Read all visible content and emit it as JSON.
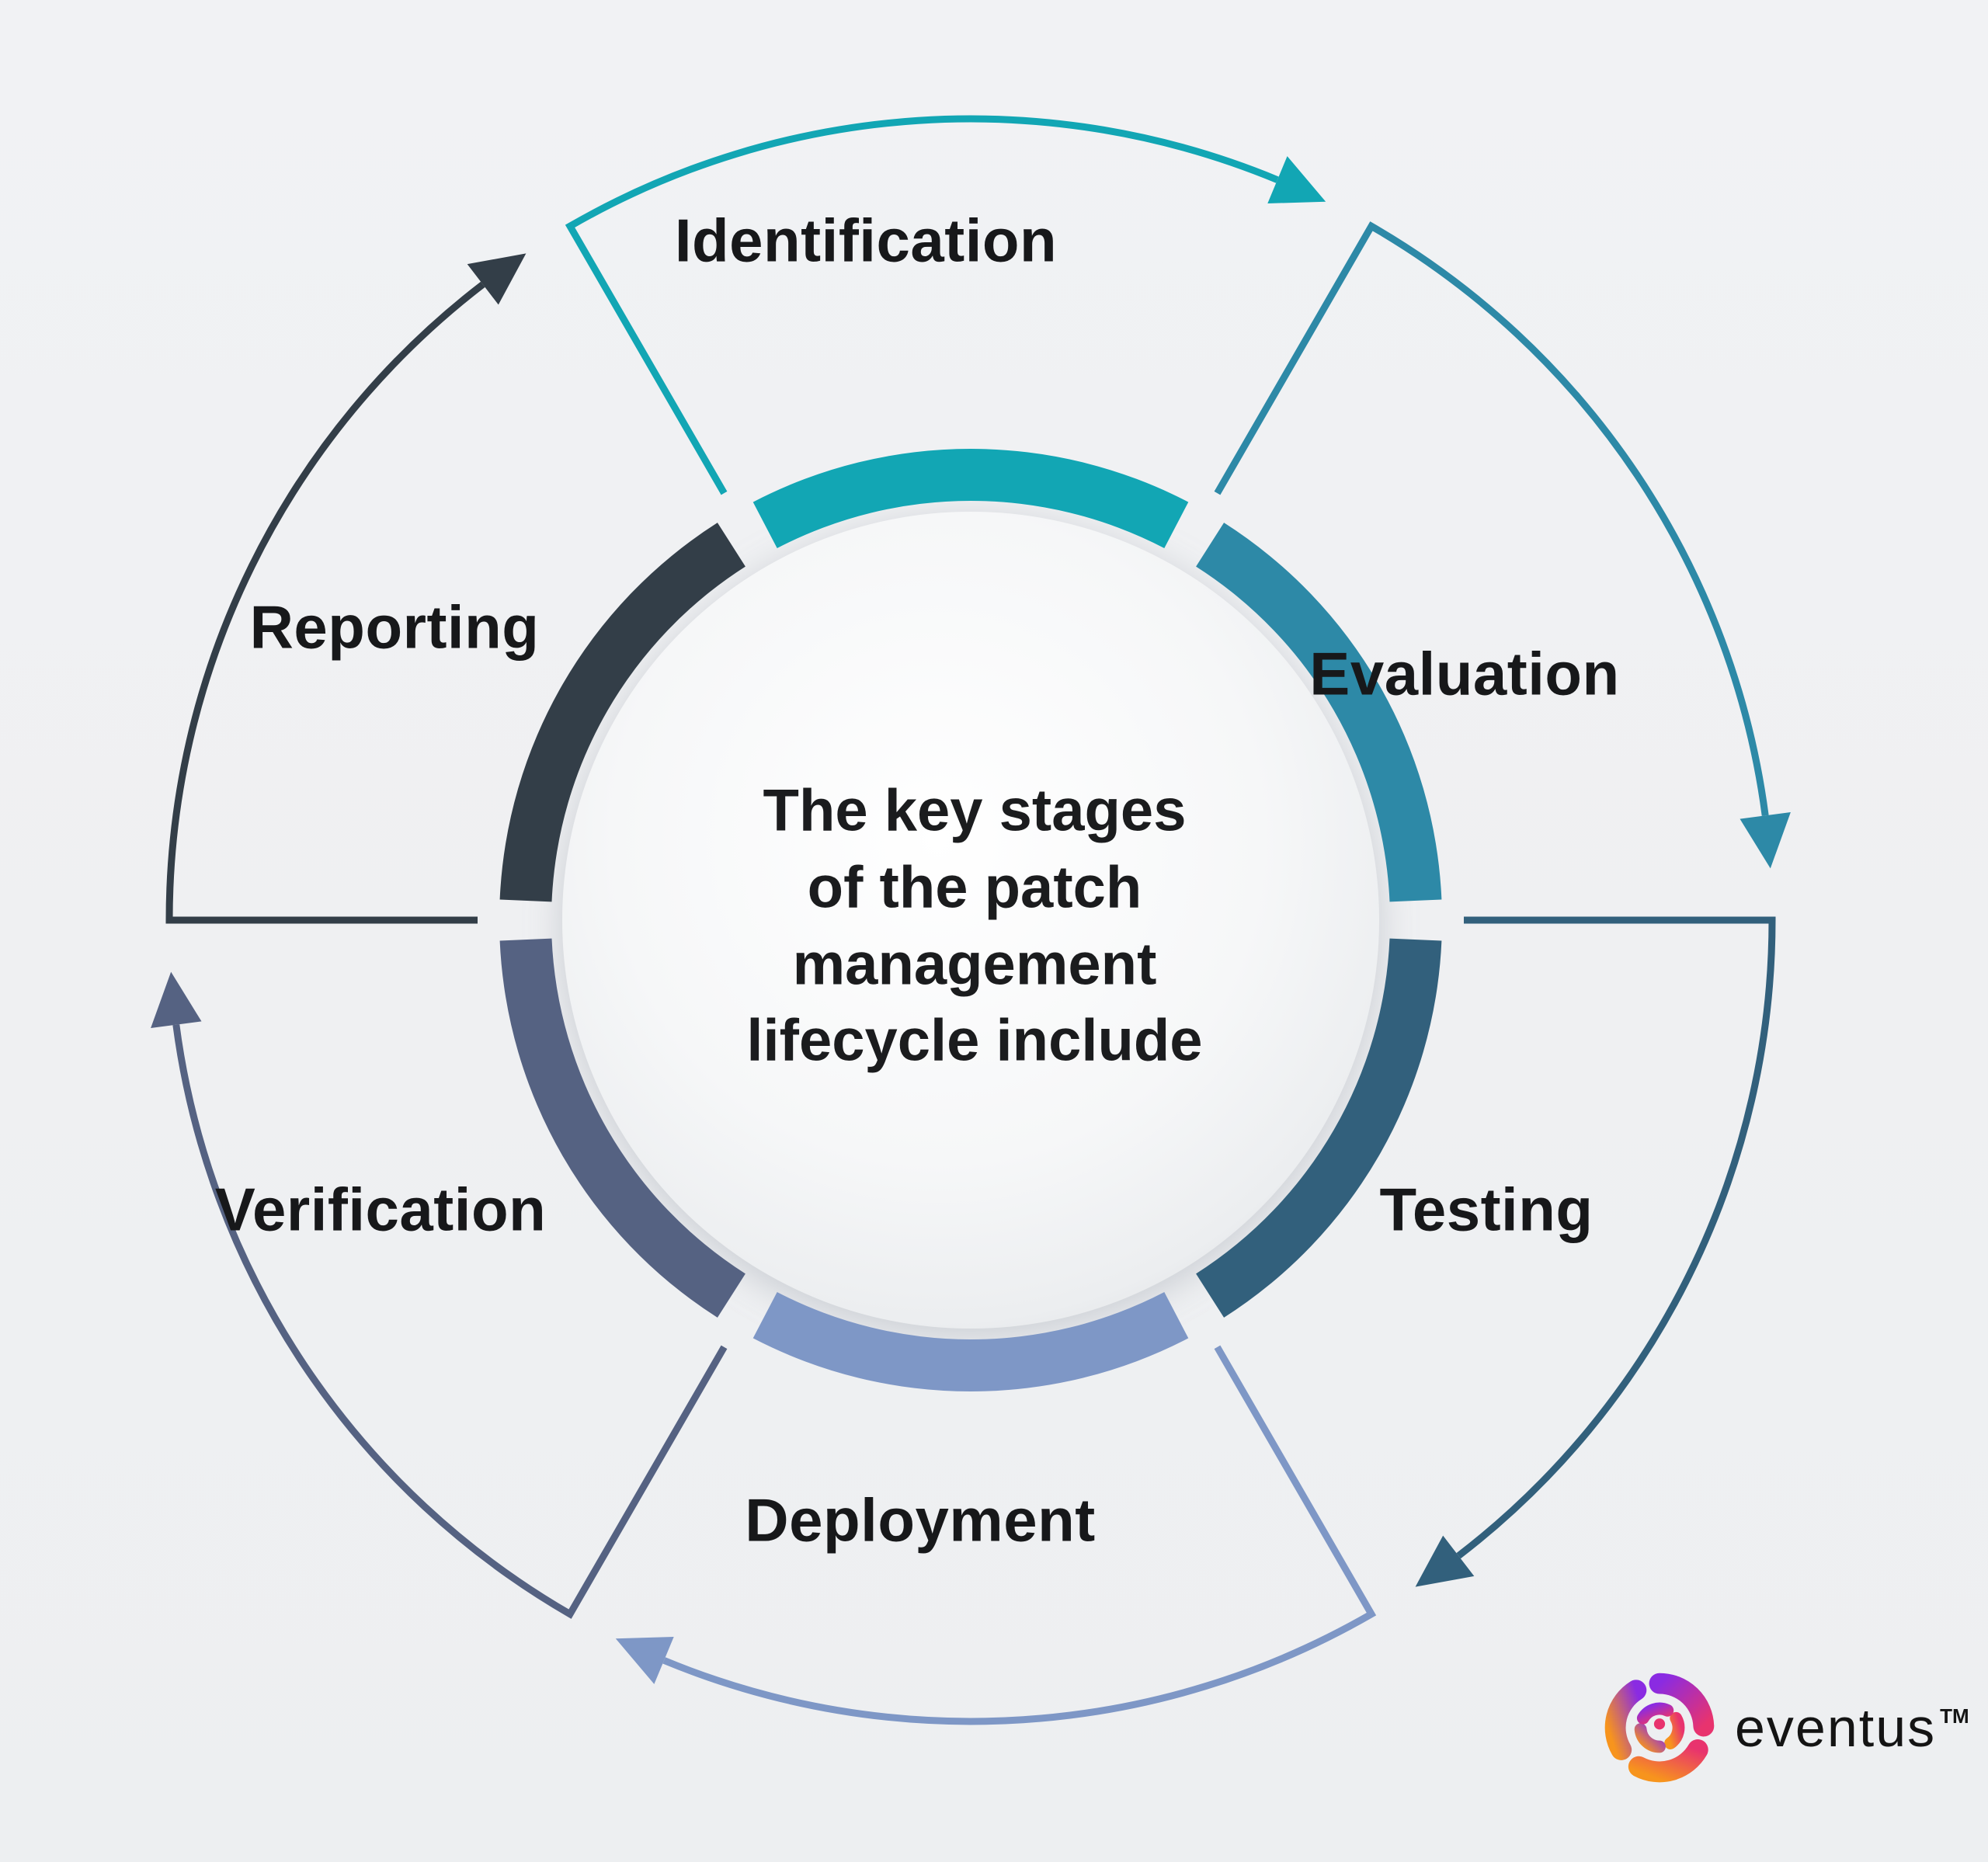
{
  "background": "#f0f1f3",
  "title": {
    "lines": [
      "The key stages",
      "of the patch",
      "management",
      "lifecycle include"
    ]
  },
  "stages": [
    {
      "id": "identification",
      "label": "Identification",
      "color": "#12a6b4",
      "angle": 0
    },
    {
      "id": "evaluation",
      "label": "Evaluation",
      "color": "#2d89a7",
      "angle": 60
    },
    {
      "id": "testing",
      "label": "Testing",
      "color": "#32607c",
      "angle": 120
    },
    {
      "id": "deployment",
      "label": "Deployment",
      "color": "#7e97c6",
      "angle": 180
    },
    {
      "id": "verification",
      "label": "Verification",
      "color": "#556282",
      "angle": 240
    },
    {
      "id": "reporting",
      "label": "Reporting",
      "color": "#333e48",
      "angle": 300
    }
  ],
  "logo": {
    "text": "eventus",
    "tm": "TM",
    "icon_colors": {
      "purple": "#8a2be2",
      "magenta": "#e8336e",
      "orange": "#f7941d"
    }
  }
}
